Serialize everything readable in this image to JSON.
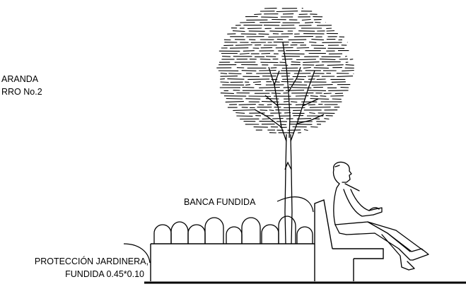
{
  "labels": {
    "baranda_line1": "ARANDA",
    "baranda_line2": "RRO No.2",
    "banca": "BANCA FUNDIDA",
    "proteccion_line1": "PROTECCIÓN JARDINERA,",
    "proteccion_line2": "FUNDIDA 0.45*0.10"
  },
  "colors": {
    "ink": "#000000",
    "background": "#ffffff"
  }
}
